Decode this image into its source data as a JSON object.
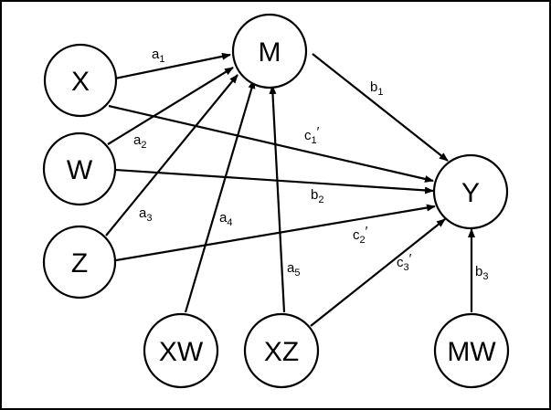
{
  "nodes": {
    "X": {
      "label": "X"
    },
    "W": {
      "label": "W"
    },
    "Z": {
      "label": "Z"
    },
    "M": {
      "label": "M"
    },
    "Y": {
      "label": "Y"
    },
    "XW": {
      "label": "XW"
    },
    "XZ": {
      "label": "XZ"
    },
    "MW": {
      "label": "MW"
    }
  },
  "edges": {
    "a1": {
      "base": "a",
      "sub": "1",
      "prime": ""
    },
    "a2": {
      "base": "a",
      "sub": "2",
      "prime": ""
    },
    "a3": {
      "base": "a",
      "sub": "3",
      "prime": ""
    },
    "a4": {
      "base": "a",
      "sub": "4",
      "prime": ""
    },
    "a5": {
      "base": "a",
      "sub": "5",
      "prime": ""
    },
    "b1": {
      "base": "b",
      "sub": "1",
      "prime": ""
    },
    "b2": {
      "base": "b",
      "sub": "2",
      "prime": ""
    },
    "b3": {
      "base": "b",
      "sub": "3",
      "prime": ""
    },
    "c1p": {
      "base": "c",
      "sub": "1",
      "prime": "′"
    },
    "c2p": {
      "base": "c",
      "sub": "2",
      "prime": "′"
    },
    "c3p": {
      "base": "c",
      "sub": "3",
      "prime": "′"
    }
  }
}
